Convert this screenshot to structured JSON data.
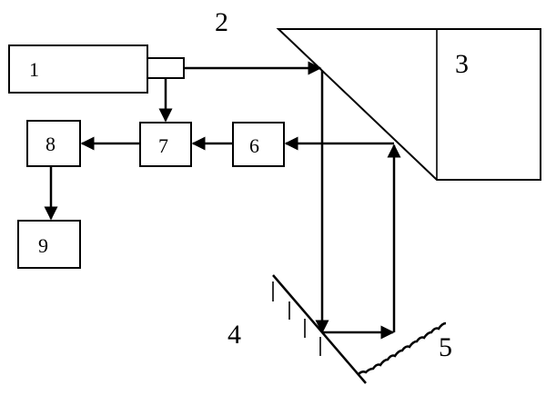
{
  "labels": {
    "n1": "1",
    "n2": "2",
    "n3": "3",
    "n4": "4",
    "n5": "5",
    "n6": "6",
    "n7": "7",
    "n8": "8",
    "n9": "9"
  }
}
